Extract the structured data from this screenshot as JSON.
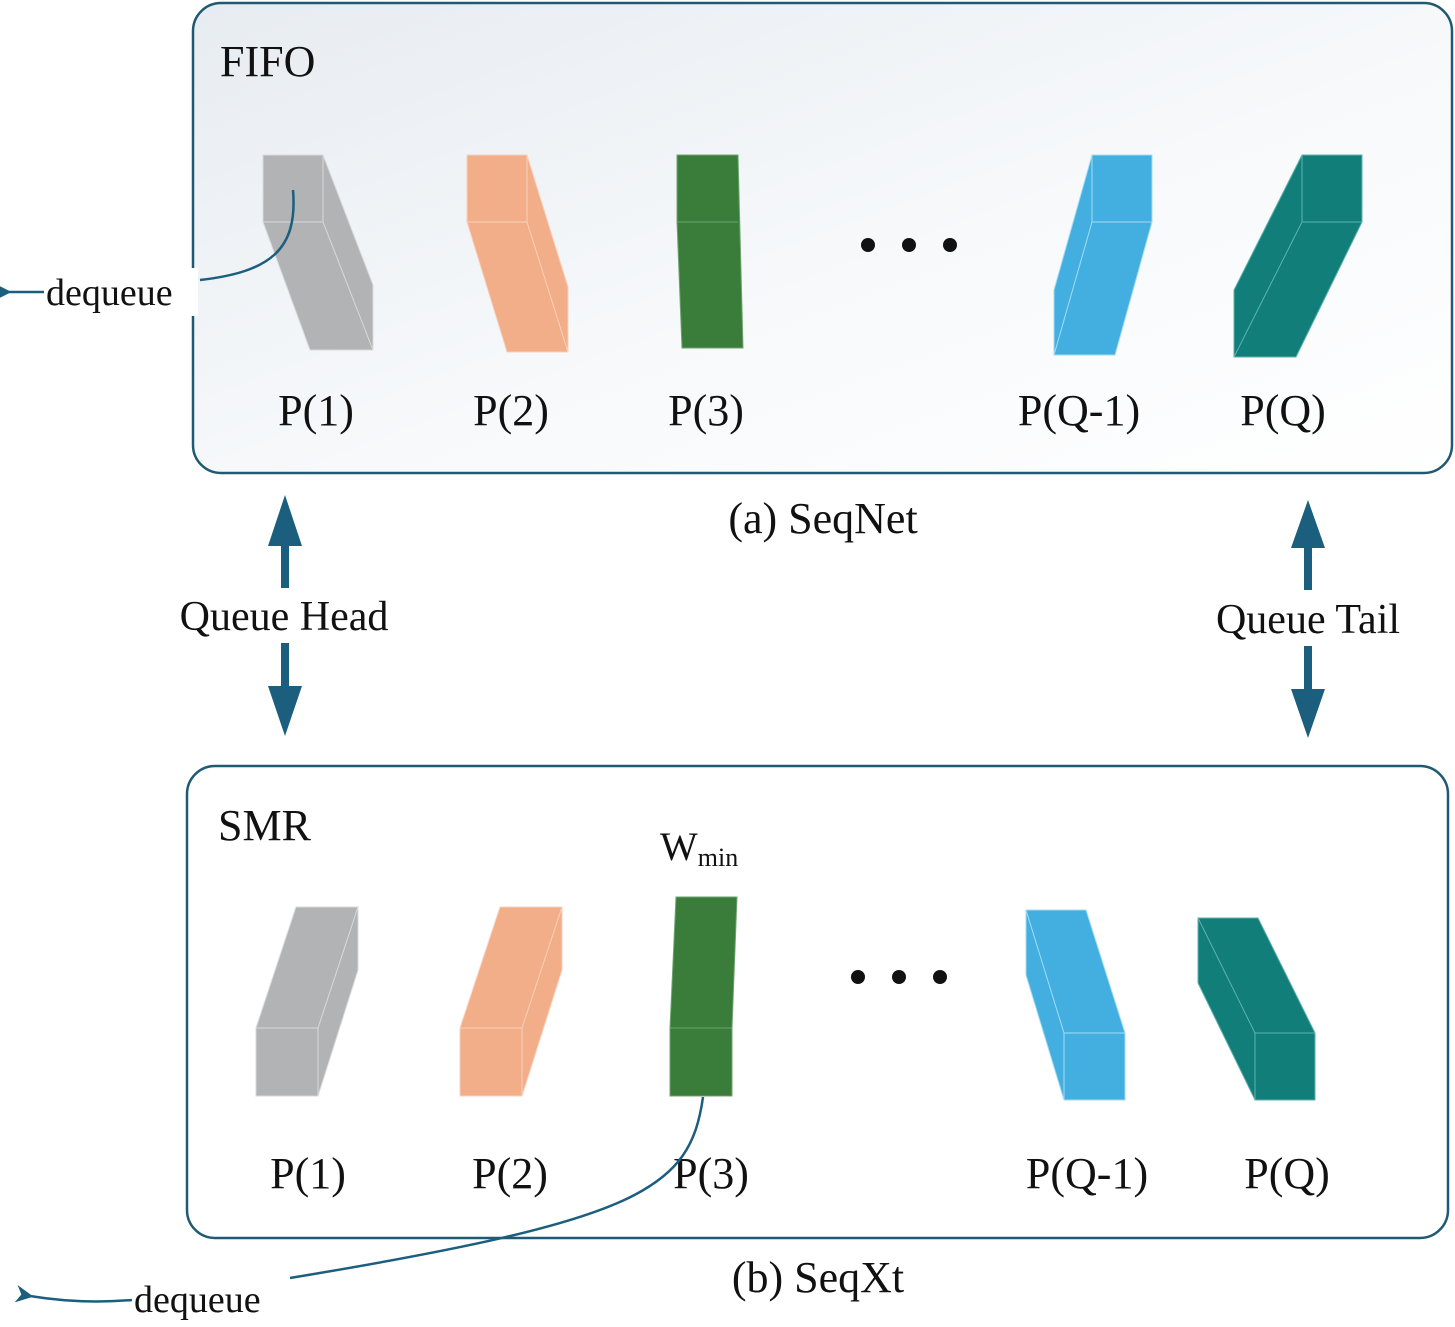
{
  "colors": {
    "accent": "#1b5e7e",
    "border": "#1f5a72",
    "p1": "#b2b3b5",
    "p2": "#f2ae88",
    "p3": "#3a7d3b",
    "pq1": "#43afe0",
    "pq": "#117e7a"
  },
  "icons": {
    "ellipsis": "horizontal-ellipsis-icon",
    "arrow": "double-arrow-icon"
  },
  "fifo": {
    "title": "FIFO",
    "caption": "(a) SeqNet",
    "dequeue": "dequeue",
    "labels": [
      "P(1)",
      "P(2)",
      "P(3)",
      "P(Q-1)",
      "P(Q)"
    ]
  },
  "smr": {
    "title": "SMR",
    "caption": "(b) SeqXt",
    "dequeue": "dequeue",
    "wmin_main": "W",
    "wmin_sub": "min",
    "labels": [
      "P(1)",
      "P(2)",
      "P(3)",
      "P(Q-1)",
      "P(Q)"
    ]
  },
  "queue": {
    "head": "Queue Head",
    "tail": "Queue Tail"
  }
}
